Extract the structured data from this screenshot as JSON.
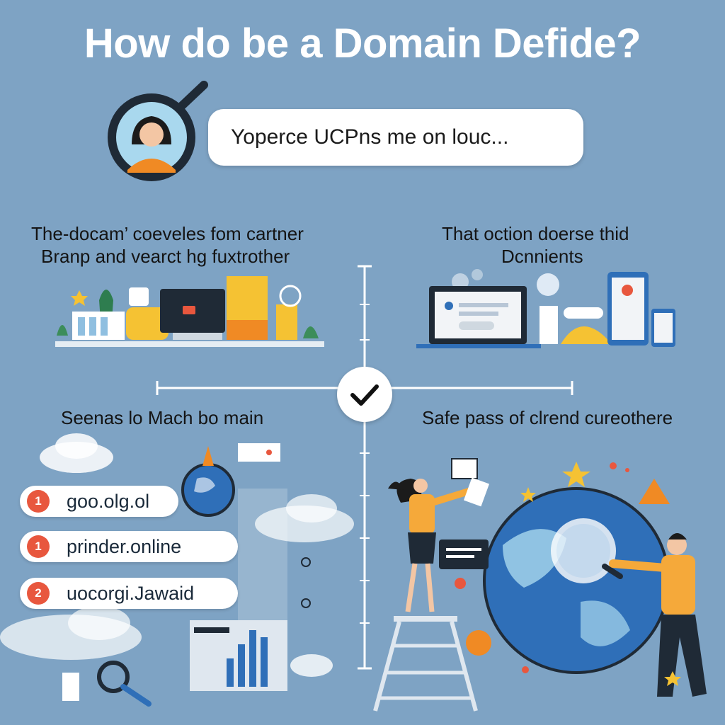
{
  "title": "How do be a Domain Defide?",
  "search": {
    "text": "Yoperce UCPns me on louc..."
  },
  "sections": {
    "top_left": {
      "line1": "The-docam’ coeveles fom cartner",
      "line2": "Branp and vearct hg fuxtrother"
    },
    "top_right": {
      "line1": "That oction doerse thid",
      "line2": "Dcnnients"
    },
    "bottom_left": {
      "heading": "Seenas lo Mach bo main"
    },
    "bottom_right": {
      "heading": "Safe pass of clrend cureothere"
    }
  },
  "domains": [
    {
      "num": "1",
      "name": "goo.olg.ol"
    },
    {
      "num": "1",
      "name": "prinder.online"
    },
    {
      "num": "2",
      "name": "uocorgi.Jawaid"
    }
  ],
  "colors": {
    "background": "#7ea3c4",
    "accent_orange": "#f08a24",
    "accent_yellow": "#f5c233",
    "badge_red": "#e8573e",
    "globe_blue": "#2f6fb8"
  }
}
